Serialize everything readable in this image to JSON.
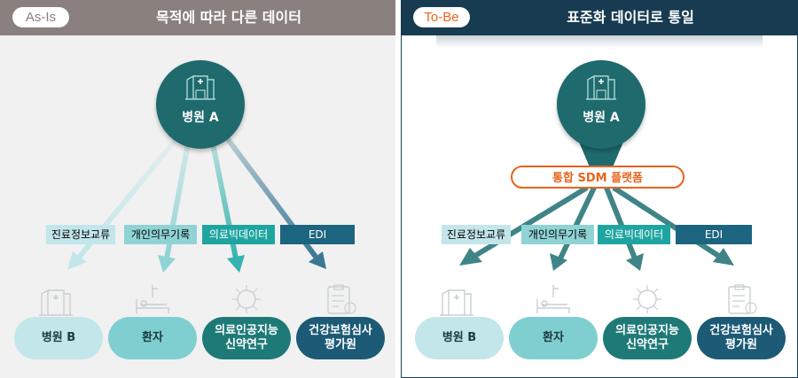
{
  "left": {
    "badge": "As-Is",
    "title": "목적에 따라 다른 데이터",
    "hub": "병원 A",
    "labels": [
      "진료정보교류",
      "개인의무기록",
      "의료빅데이터",
      "EDI"
    ],
    "destinations": [
      "병원 B",
      "환자",
      "의료인공지능\n신약연구",
      "건강보험심사\n평가원"
    ]
  },
  "right": {
    "badge": "To-Be",
    "title": "표준화 데이터로 통일",
    "hub": "병원 A",
    "platform": "통합 SDM 플랫폼",
    "labels": [
      "진료정보교류",
      "개인의무기록",
      "의료빅데이터",
      "EDI"
    ],
    "destinations": [
      "병원 B",
      "환자",
      "의료인공지능\n신약연구",
      "건강보험심사\n평가원"
    ]
  },
  "colors": {
    "teal_dark": "#1e6a6d",
    "orange": "#e8641c",
    "navy": "#173b50",
    "gray_header": "#8a807d"
  },
  "icons": [
    "hospital-building-icon",
    "hospital-bed-icon",
    "ai-network-icon",
    "clipboard-check-icon"
  ]
}
